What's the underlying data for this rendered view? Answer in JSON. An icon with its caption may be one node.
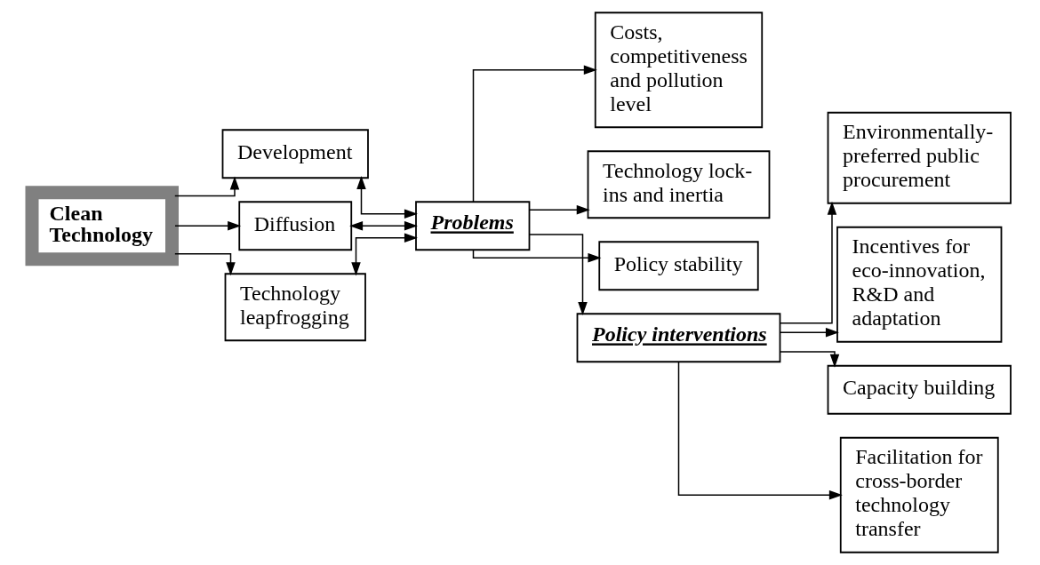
{
  "diagram": {
    "nodes": [
      {
        "text": [
          "Clean Technology"
        ]
      },
      {
        "text": [
          "Development"
        ]
      },
      {
        "text": [
          "Diffusion"
        ]
      },
      {
        "text": [
          "Technology leapfrogging"
        ]
      },
      {
        "text": [
          "Problems"
        ]
      },
      {
        "text": [
          "Costs, competitiveness and pollution level"
        ]
      },
      {
        "text": [
          "Technology lock-ins and inertia"
        ]
      },
      {
        "text": [
          "Policy stability"
        ]
      },
      {
        "text": [
          "Policy interventions"
        ]
      },
      {
        "text": [
          "Environmentally-preferred public procurement"
        ]
      },
      {
        "text": [
          "Incentives for eco-innovation, R&D and adaptation"
        ]
      },
      {
        "text": [
          "Capacity building"
        ]
      },
      {
        "text": [
          "Facilitation for cross-border technology transfer"
        ]
      }
    ],
    "edges": [
      {
        "from": 0,
        "to": 1,
        "arrow": "to"
      },
      {
        "from": 0,
        "to": 2,
        "arrow": "to"
      },
      {
        "from": 0,
        "to": 3,
        "arrow": "to"
      },
      {
        "from": 1,
        "to": 4,
        "arrow": "both"
      },
      {
        "from": 2,
        "to": 4,
        "arrow": "both"
      },
      {
        "from": 3,
        "to": 4,
        "arrow": "both"
      },
      {
        "from": 4,
        "to": 8,
        "arrow": "to"
      },
      {
        "from": 4,
        "to": 5,
        "arrow": "to"
      },
      {
        "from": 4,
        "to": 6,
        "arrow": "to"
      },
      {
        "from": 4,
        "to": 7,
        "arrow": "to"
      },
      {
        "from": 8,
        "to": 9,
        "arrow": "to"
      },
      {
        "from": 8,
        "to": 10,
        "arrow": "to"
      },
      {
        "from": 8,
        "to": 11,
        "arrow": "to"
      },
      {
        "from": 8,
        "to": 12,
        "arrow": "to"
      }
    ]
  }
}
